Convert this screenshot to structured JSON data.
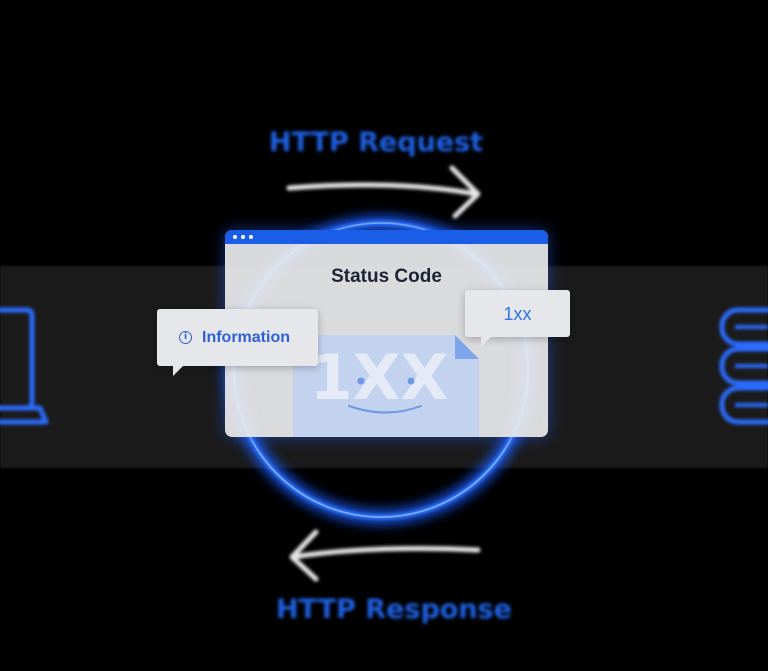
{
  "diagram": {
    "request_label": "HTTP Request",
    "response_label": "HTTP Response",
    "window_title": "Status Code",
    "status_class": "1xx",
    "status_meaning": "Information",
    "document_watermark": "1XX"
  },
  "icons": {
    "client": "laptop-icon",
    "server": "server-stack-icon",
    "info": "info-circle-icon",
    "document": "smiling-document-icon"
  },
  "colors": {
    "background": "#000000",
    "band": "#1b1b1b",
    "accent_blue": "#1a5ee8",
    "neon_blue": "#2b6cff",
    "arrow": "#e6e6e6",
    "window": "#e8e9ec",
    "title_text": "#1d2434",
    "label_blue": "#2f5fd6"
  }
}
